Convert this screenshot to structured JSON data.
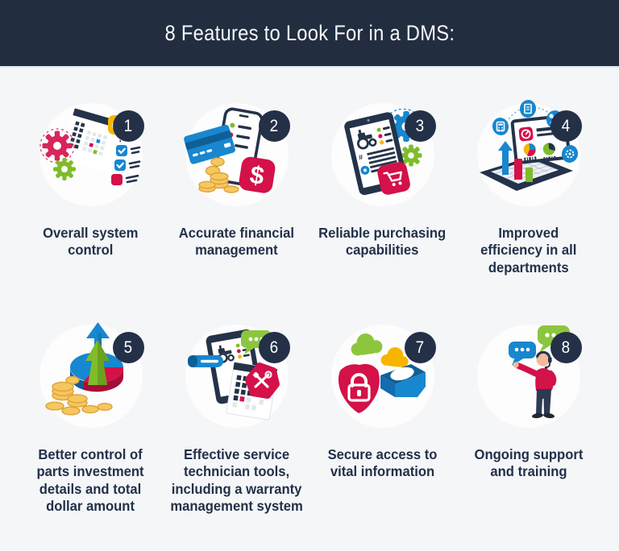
{
  "header": {
    "title": "8 Features to Look For in a DMS:"
  },
  "features": [
    {
      "number": "1",
      "label": "Overall system\ncontrol",
      "icon": "system-control"
    },
    {
      "number": "2",
      "label": "Accurate financial\nmanagement",
      "icon": "financial-management"
    },
    {
      "number": "3",
      "label": "Reliable purchasing\ncapabilities",
      "icon": "purchasing"
    },
    {
      "number": "4",
      "label": "Improved\nefficiency in all\ndepartments",
      "icon": "efficiency"
    },
    {
      "number": "5",
      "label": "Better control of\nparts investment\ndetails and total\ndollar amount",
      "icon": "parts-investment"
    },
    {
      "number": "6",
      "label": "Effective service\ntechnician tools,\nincluding a warranty\nmanagement system",
      "icon": "service-tools"
    },
    {
      "number": "7",
      "label": "Secure access to\nvital information",
      "icon": "secure-access"
    },
    {
      "number": "8",
      "label": "Ongoing support\nand training",
      "icon": "support-training"
    }
  ],
  "glyphs": {
    "dollar": "$",
    "hash": "#"
  },
  "colors": {
    "header_bg": "#222d40",
    "background": "#f5f6f8",
    "text": "#223049",
    "badge": "#233048",
    "crimson": "#d41149",
    "green": "#7fbc2a",
    "bright_green": "#8cc63e",
    "blue": "#1787cf",
    "dark_blue": "#0f5f97",
    "yellow": "#f7b500",
    "gold_coin": "#f6c75f"
  }
}
